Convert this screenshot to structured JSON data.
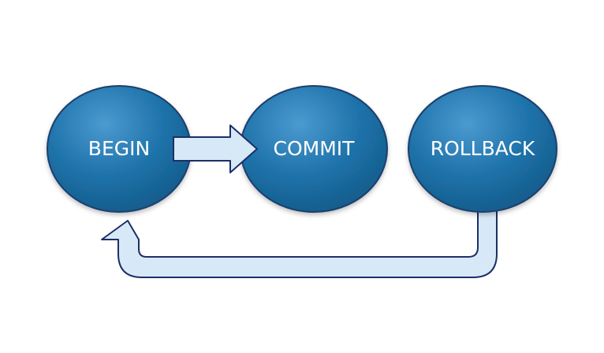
{
  "diagram": {
    "nodes": [
      {
        "id": "begin",
        "label": "BEGIN"
      },
      {
        "id": "commit",
        "label": "COMMIT"
      },
      {
        "id": "rollback",
        "label": "ROLLBACK"
      }
    ],
    "edges": [
      {
        "from": "begin",
        "to": "commit"
      },
      {
        "from": "rollback",
        "to": "begin"
      }
    ],
    "colors": {
      "node_fill": "#1e73aa",
      "node_fill_light": "#4b9ad0",
      "node_fill_dark": "#135a8a",
      "node_outline": "#1b3f6e",
      "arrow_fill": "#d7e9f7",
      "arrow_outline": "#1c2f66"
    }
  }
}
